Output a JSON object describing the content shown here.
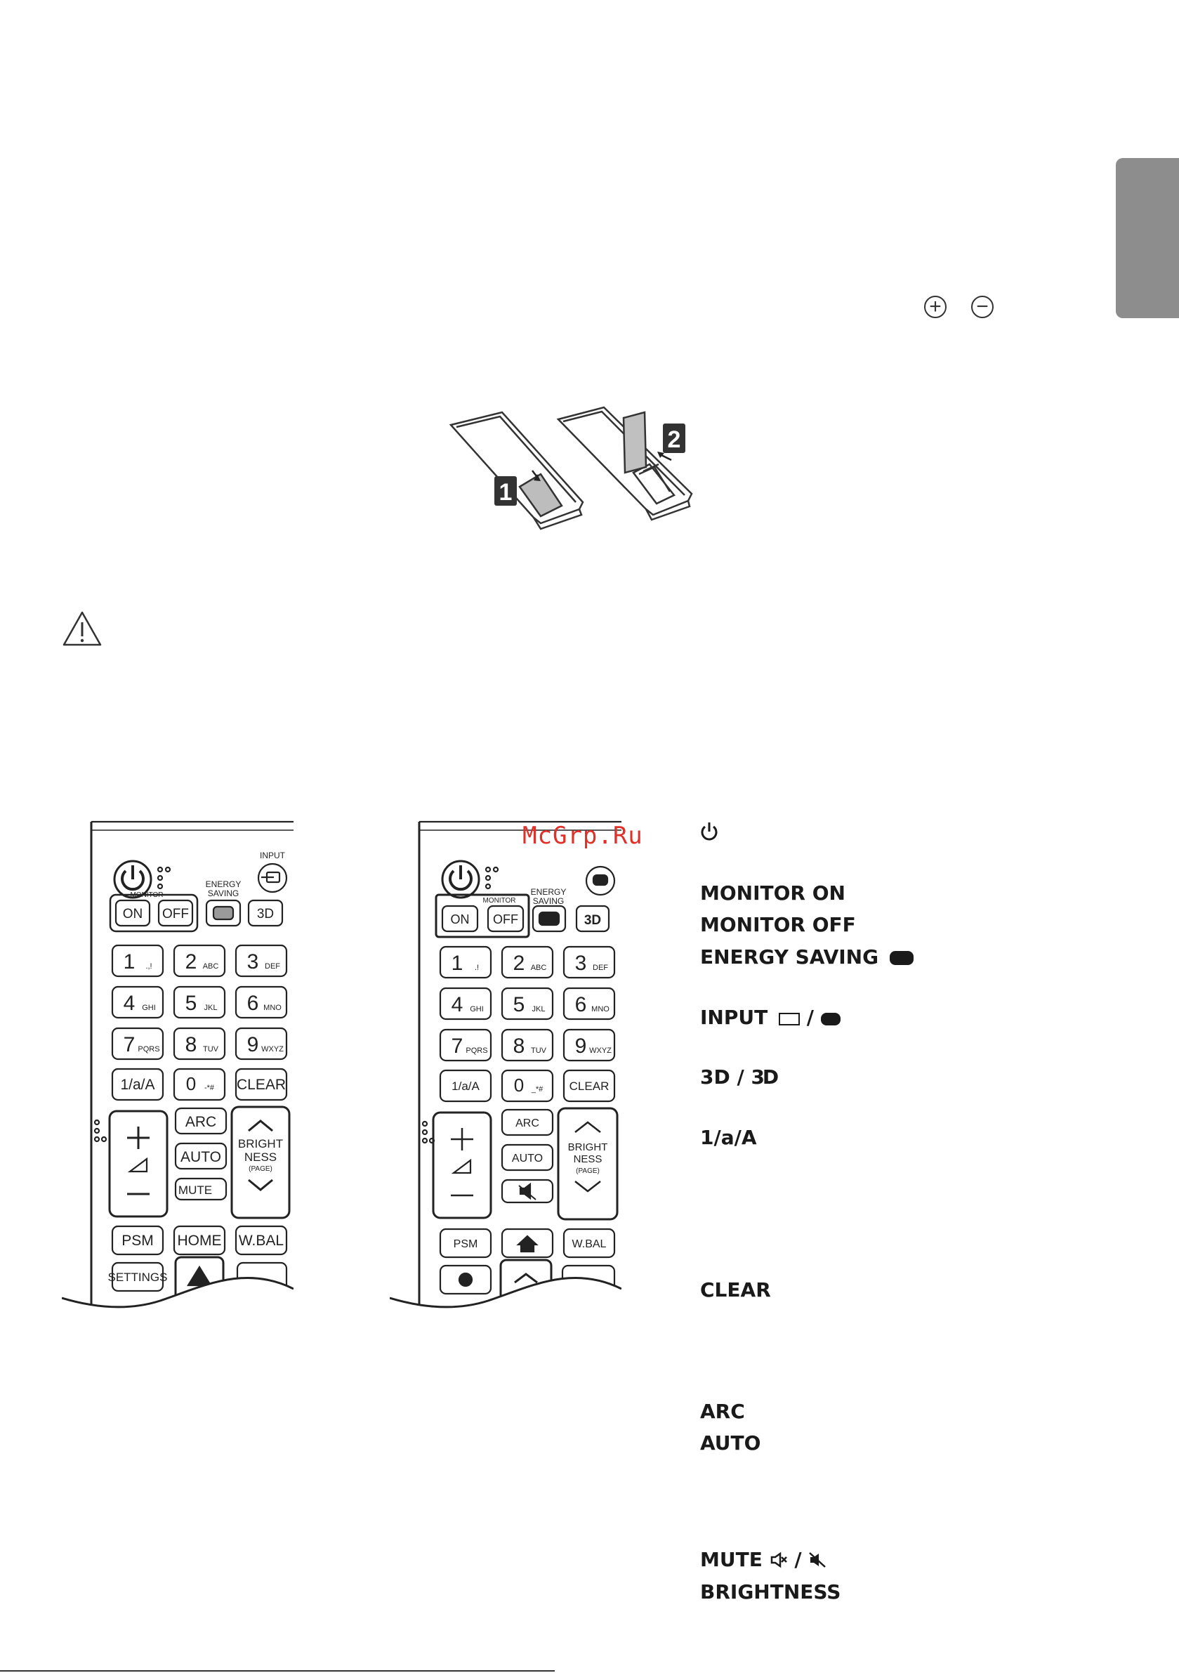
{
  "icons": {
    "plus_circle": "+",
    "minus_circle": "−",
    "power": "⏻"
  },
  "watermark": "McGrp.Ru",
  "steps": {
    "one": "1",
    "two": "2"
  },
  "remote1": {
    "input": "INPUT",
    "monitor": "MONITOR",
    "energy_saving_1": "ENERGY",
    "energy_saving_2": "SAVING",
    "on": "ON",
    "off": "OFF",
    "three_d": "3D",
    "keys": [
      {
        "n": "1",
        "s": ".,!"
      },
      {
        "n": "2",
        "s": "ABC"
      },
      {
        "n": "3",
        "s": "DEF"
      },
      {
        "n": "4",
        "s": "GHI"
      },
      {
        "n": "5",
        "s": "JKL"
      },
      {
        "n": "6",
        "s": "MNO"
      },
      {
        "n": "7",
        "s": "PQRS"
      },
      {
        "n": "8",
        "s": "TUV"
      },
      {
        "n": "9",
        "s": "WXYZ"
      }
    ],
    "one_a": "1/a/A",
    "zero": "0",
    "zero_sub": "-*#",
    "clear": "CLEAR",
    "arc": "ARC",
    "auto": "AUTO",
    "mute": "MUTE",
    "bright_1": "BRIGHT",
    "bright_2": "NESS",
    "page": "(PAGE)",
    "psm": "PSM",
    "home": "HOME",
    "wbal": "W.BAL",
    "settings": "SETTINGS"
  },
  "remote2": {
    "monitor": "MONITOR",
    "energy_saving_1": "ENERGY",
    "energy_saving_2": "SAVING",
    "on": "ON",
    "off": "OFF",
    "keys": [
      {
        "n": "1",
        "s": ".!"
      },
      {
        "n": "2",
        "s": "ABC"
      },
      {
        "n": "3",
        "s": "DEF"
      },
      {
        "n": "4",
        "s": "GHI"
      },
      {
        "n": "5",
        "s": "JKL"
      },
      {
        "n": "6",
        "s": "MNO"
      },
      {
        "n": "7",
        "s": "PQRS"
      },
      {
        "n": "8",
        "s": "TUV"
      },
      {
        "n": "9",
        "s": "WXYZ"
      }
    ],
    "one_a": "1/a/A",
    "zero": "0",
    "zero_sub": "_*#",
    "clear": "CLEAR",
    "arc": "ARC",
    "auto": "AUTO",
    "bright_1": "BRIGHT",
    "bright_2": "NESS",
    "page": "(PAGE)",
    "psm": "PSM",
    "wbal": "W.BAL"
  },
  "legend": {
    "monitor_on": "MONITOR ON",
    "monitor_off": "MONITOR OFF",
    "energy_saving": "ENERGY SAVING",
    "input": "INPUT",
    "slash": "/",
    "three_d": "3D / ",
    "one_a": "1/a/A",
    "clear": "CLEAR",
    "arc": "ARC",
    "auto": "AUTO",
    "mute": "MUTE",
    "brightness": "BRIGHTNESS"
  }
}
